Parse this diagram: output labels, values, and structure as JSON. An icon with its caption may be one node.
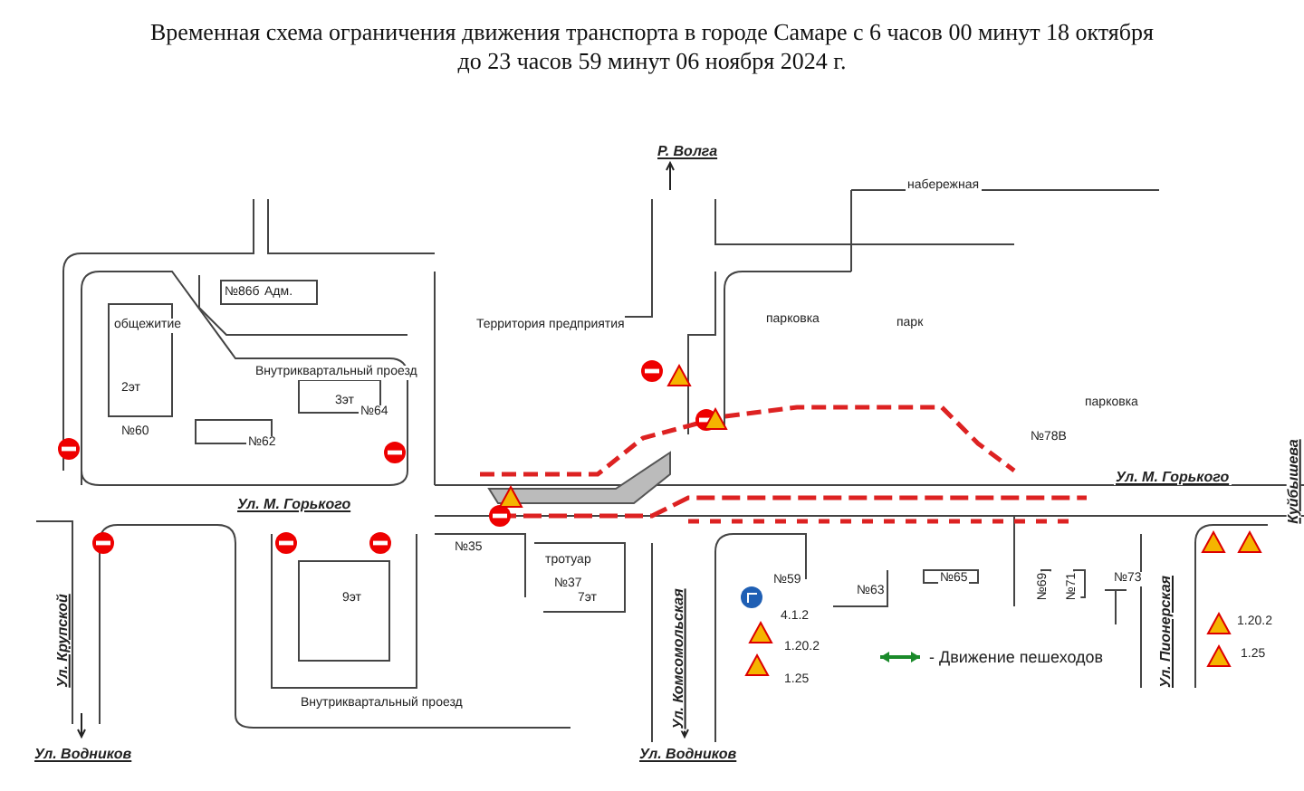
{
  "diagram": {
    "title": "Временная схема ограничения движения транспорта в городе Самаре с 6 часов 00 минут 18 октября до 23 часов 59 минут 06 ноября 2024 г.",
    "labels": [
      "Р. Волга",
      "набережная",
      "№86б",
      "Адм.",
      "общежитие",
      "Территория предприятия",
      "парковка",
      "парк",
      "Внутриквартальный проезд",
      "2эт",
      "3эт",
      "№64",
      "№60",
      "№62",
      "№78В",
      "парковка",
      "Ул. М. Горького",
      "Ул. М. Горького",
      "Куйбышева",
      "№35",
      "9эт",
      "тротуар",
      "№37",
      "7эт",
      "№59",
      "№63",
      "№65",
      "№69",
      "№71",
      "№73",
      "Ул. Комсомольская",
      "Ул. Пионерская",
      "4.1.2",
      "1.20.2",
      "1.25",
      "1.20.2",
      "1.25",
      "Ул. Крупской",
      "Внутриквартальный проезд",
      "Ул. Водников",
      "Ул. Водников"
    ],
    "legend": [
      {
        "text": "- Движение пешеходов"
      }
    ]
  }
}
